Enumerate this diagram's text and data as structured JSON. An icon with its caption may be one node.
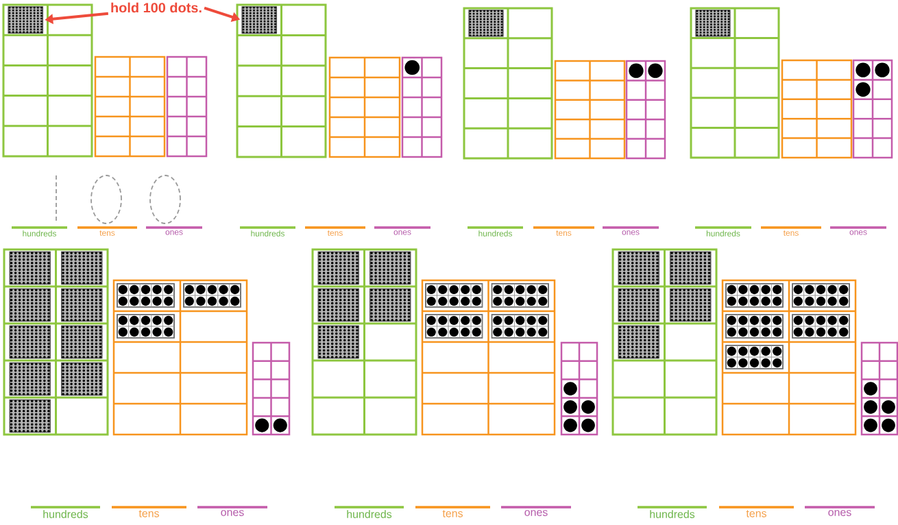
{
  "diagram": {
    "nodes": [
      {
        "text": [
          "hold 100 dots."
        ]
      },
      {
        "text": [],
        "shape": "box"
      },
      {
        "text": [],
        "shape": "box"
      },
      {
        "text": [],
        "shape": "box"
      },
      {
        "text": [],
        "shape": "box"
      }
    ],
    "edges": [
      {
        "from": 0,
        "to": 1,
        "arrow": "to"
      },
      {
        "from": 0,
        "to": 2,
        "arrow": "to"
      }
    ],
    "labels": [
      "hundreds",
      "tens",
      "ones",
      "hundreds",
      "tens",
      "ones",
      "hundreds",
      "tens",
      "ones",
      "hundreds",
      "tens",
      "ones",
      "hundreds",
      "tens",
      "ones",
      "hundreds",
      "tens",
      "ones",
      "hundreds",
      "tens",
      "ones"
    ]
  }
}
